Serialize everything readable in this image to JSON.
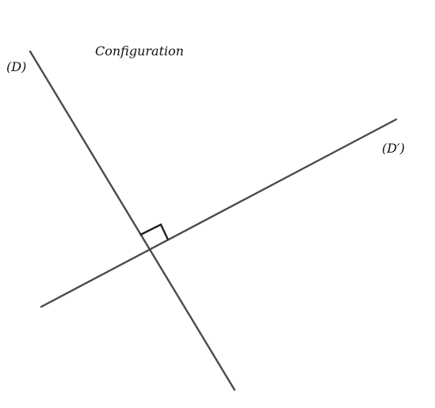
{
  "diagram": {
    "title": "Configuration",
    "line_d_label": "(D)",
    "line_d_prime_label": "(D′)",
    "colors": {
      "line": "#4a4a4a",
      "right_angle_marker": "#1f1f1f",
      "text": "#111111",
      "background": "#ffffff"
    }
  }
}
